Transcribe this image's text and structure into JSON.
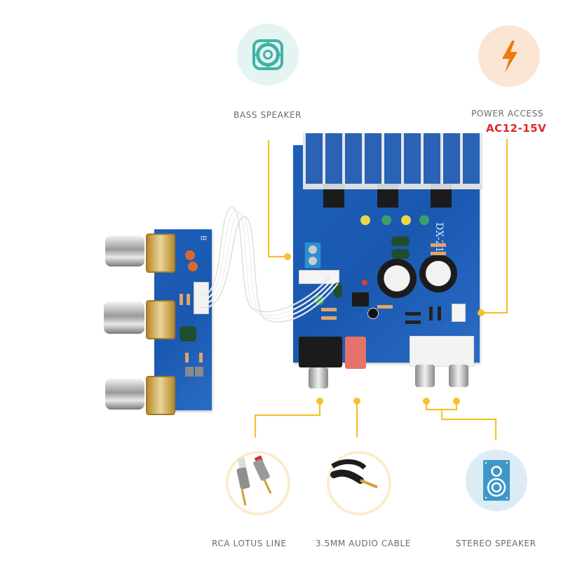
{
  "features": {
    "bass_speaker": {
      "label": "BASS SPEAKER",
      "icon": "subwoofer-icon",
      "circle_color": "#e3f4f2",
      "icon_color": "#3fb3a5"
    },
    "power_access": {
      "label": "POWER ACCESS",
      "value": "AC12-15V",
      "icon": "lightning-bolt-icon",
      "circle_color": "#fbe6d6",
      "icon_color": "#ec7a12",
      "value_color": "#e0262a"
    },
    "rca_lotus_line": {
      "label": "RCA LOTUS LINE",
      "icon": "rca-plug-photo",
      "ring_color": "#fbeccb"
    },
    "audio_cable": {
      "label": "3.5MM AUDIO CABLE",
      "icon": "audio-jack-photo",
      "ring_color": "#fbeccb"
    },
    "stereo_speaker": {
      "label": "STEREO SPEAKER",
      "icon": "speaker-cabinet-icon",
      "circle_color": "#dcecf5",
      "icon_color": "#3e97c7"
    }
  },
  "board": {
    "model": "DX-218A",
    "main_color": "#1c5fb8",
    "leader_color": "#f5c12e"
  }
}
